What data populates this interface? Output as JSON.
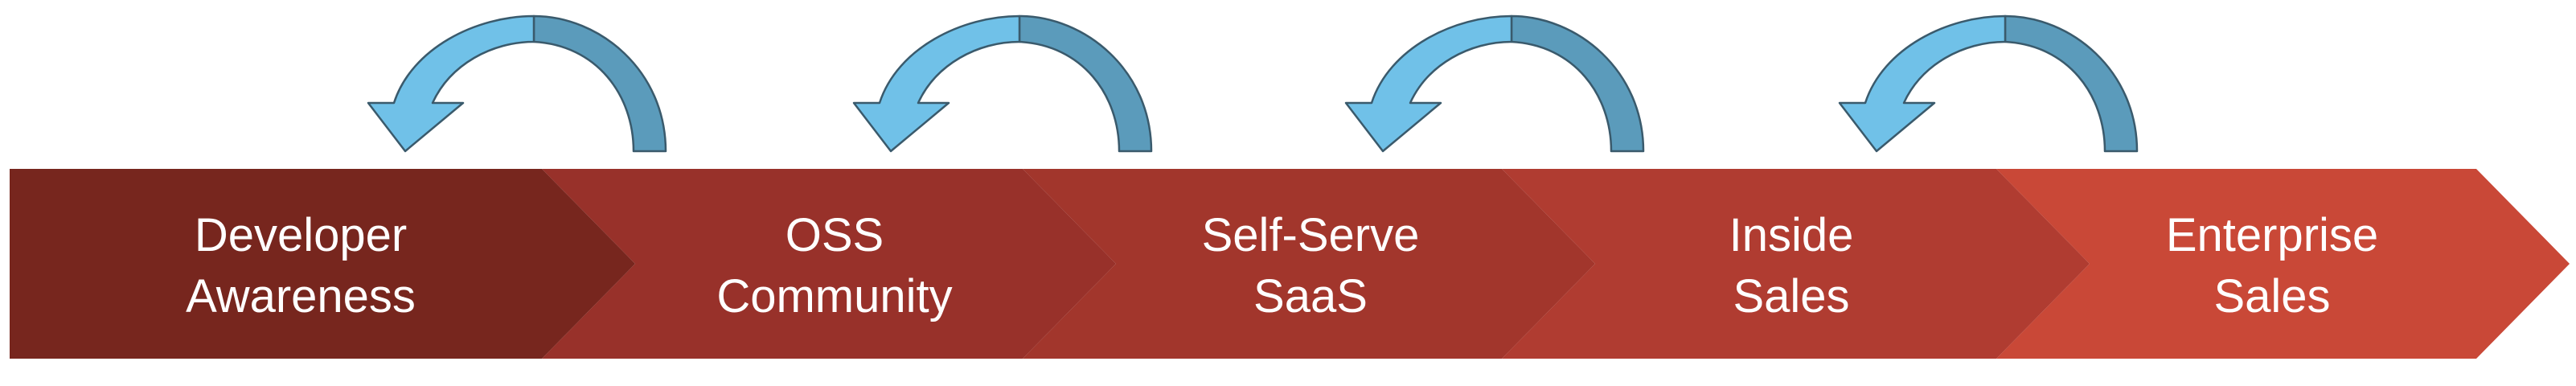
{
  "stages": [
    {
      "line1": "Developer",
      "line2": "Awareness",
      "color": "#77261e"
    },
    {
      "line1": "OSS",
      "line2": "Community",
      "color": "#98312a"
    },
    {
      "line1": "Self-Serve",
      "line2": "SaaS",
      "color": "#a2362c"
    },
    {
      "line1": "Inside",
      "line2": "Sales",
      "color": "#b03c31"
    },
    {
      "line1": "Enterprise",
      "line2": "Sales",
      "color": "#c94837"
    }
  ],
  "feedback_arrows": {
    "count": 4,
    "direction": "right-to-left",
    "light_color": "#70c1e8",
    "dark_color": "#5b9bbb",
    "outline_color": "#3a5a6c"
  }
}
